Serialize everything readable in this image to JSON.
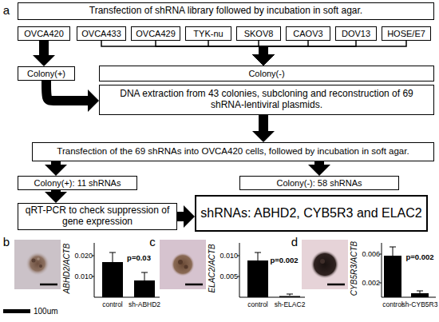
{
  "diagram": {
    "nodes": [
      {
        "text": [
          "Transfection of shRNA library followed by incubation in soft agar."
        ]
      },
      {
        "text": [
          "OVCA420"
        ]
      },
      {
        "text": [
          "OVCA433"
        ]
      },
      {
        "text": [
          "OVCA429"
        ]
      },
      {
        "text": [
          "TYK-nu"
        ]
      },
      {
        "text": [
          "SKOV8"
        ]
      },
      {
        "text": [
          "CAOV3"
        ]
      },
      {
        "text": [
          "DOV13"
        ]
      },
      {
        "text": [
          "HOSE/E7"
        ]
      },
      {
        "text": [
          "Colony(+)"
        ]
      },
      {
        "text": [
          "Colony(-)"
        ]
      },
      {
        "text": [
          "DNA extraction from 43 colonies, subcloning and reconstruction of 69 shRNA-lentiviral plasmids."
        ]
      },
      {
        "text": [
          "Transfection of the 69 shRNAs into OVCA420 cells, followed by incubation in soft agar."
        ]
      },
      {
        "text": [
          "Colony(+): 11 shRNAs"
        ]
      },
      {
        "text": [
          "Colony(-): 58 shRNAs"
        ]
      },
      {
        "text": [
          "qRT-PCR to check suppression of gene expression"
        ]
      },
      {
        "text": [
          "shRNAs: ABHD2, CYB5R3 and ELAC2"
        ]
      }
    ],
    "edges": [
      {
        "from": 1,
        "to": 9,
        "arrow": "to"
      },
      {
        "from": 2,
        "to": 10,
        "arrow": "to"
      },
      {
        "from": 3,
        "to": 10,
        "arrow": "to"
      },
      {
        "from": 4,
        "to": 10,
        "arrow": "to"
      },
      {
        "from": 5,
        "to": 10,
        "arrow": "to"
      },
      {
        "from": 6,
        "to": 10,
        "arrow": "to"
      },
      {
        "from": 7,
        "to": 10,
        "arrow": "to"
      },
      {
        "from": 8,
        "to": 10,
        "arrow": "to"
      },
      {
        "from": 9,
        "to": 11,
        "arrow": "to"
      },
      {
        "from": 11,
        "to": 12,
        "arrow": "to"
      },
      {
        "from": 12,
        "to": 13,
        "arrow": "to"
      },
      {
        "from": 12,
        "to": 14,
        "arrow": "to"
      },
      {
        "from": 13,
        "to": 15,
        "arrow": "to"
      },
      {
        "from": 15,
        "to": 16,
        "arrow": "to"
      }
    ],
    "labels": [
      "a",
      "b",
      "ABHD2/ACTB",
      "0.020",
      "0.010",
      "p=0.03",
      "control",
      "sh-ABHD2",
      "c",
      "ELAC2/ACTB",
      "0.010",
      "0.005",
      "p=0.002",
      "control",
      "sh-ELAC2",
      "d",
      "CYB5R3/ACTB",
      "0.006",
      "0.002",
      "p=0.002",
      "control",
      "sh-CYB5R3",
      "100um"
    ]
  }
}
